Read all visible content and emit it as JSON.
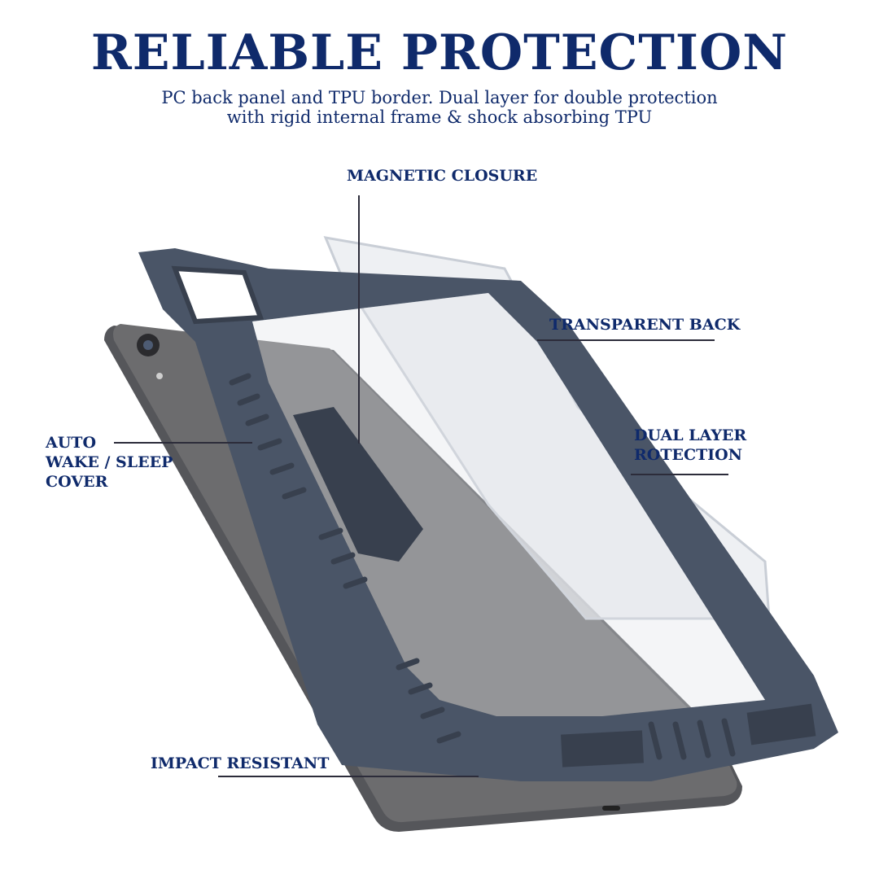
{
  "colors": {
    "navy": "#0f2a6b",
    "case_gray": "#4a5567",
    "case_dark": "#38404e",
    "tablet_gray": "#6c6c6e",
    "tablet_edge": "#55565a"
  },
  "header": {
    "title": "RELIABLE PROTECTION",
    "subtitle_line1": "PC back panel and TPU border. Dual layer for double protection",
    "subtitle_line2": "with rigid internal frame & shock absorbing TPU"
  },
  "callouts": {
    "magnetic_closure": "MAGNETIC CLOSURE",
    "transparent_back": "TRANSPARENT BACK",
    "dual_layer_line1": "DUAL LAYER",
    "dual_layer_line2": "ROTECTION",
    "auto_line1": "AUTO",
    "auto_line2": "WAKE / SLEEP",
    "auto_line3": "COVER",
    "impact_resistant": "IMPACT RESISTANT"
  }
}
